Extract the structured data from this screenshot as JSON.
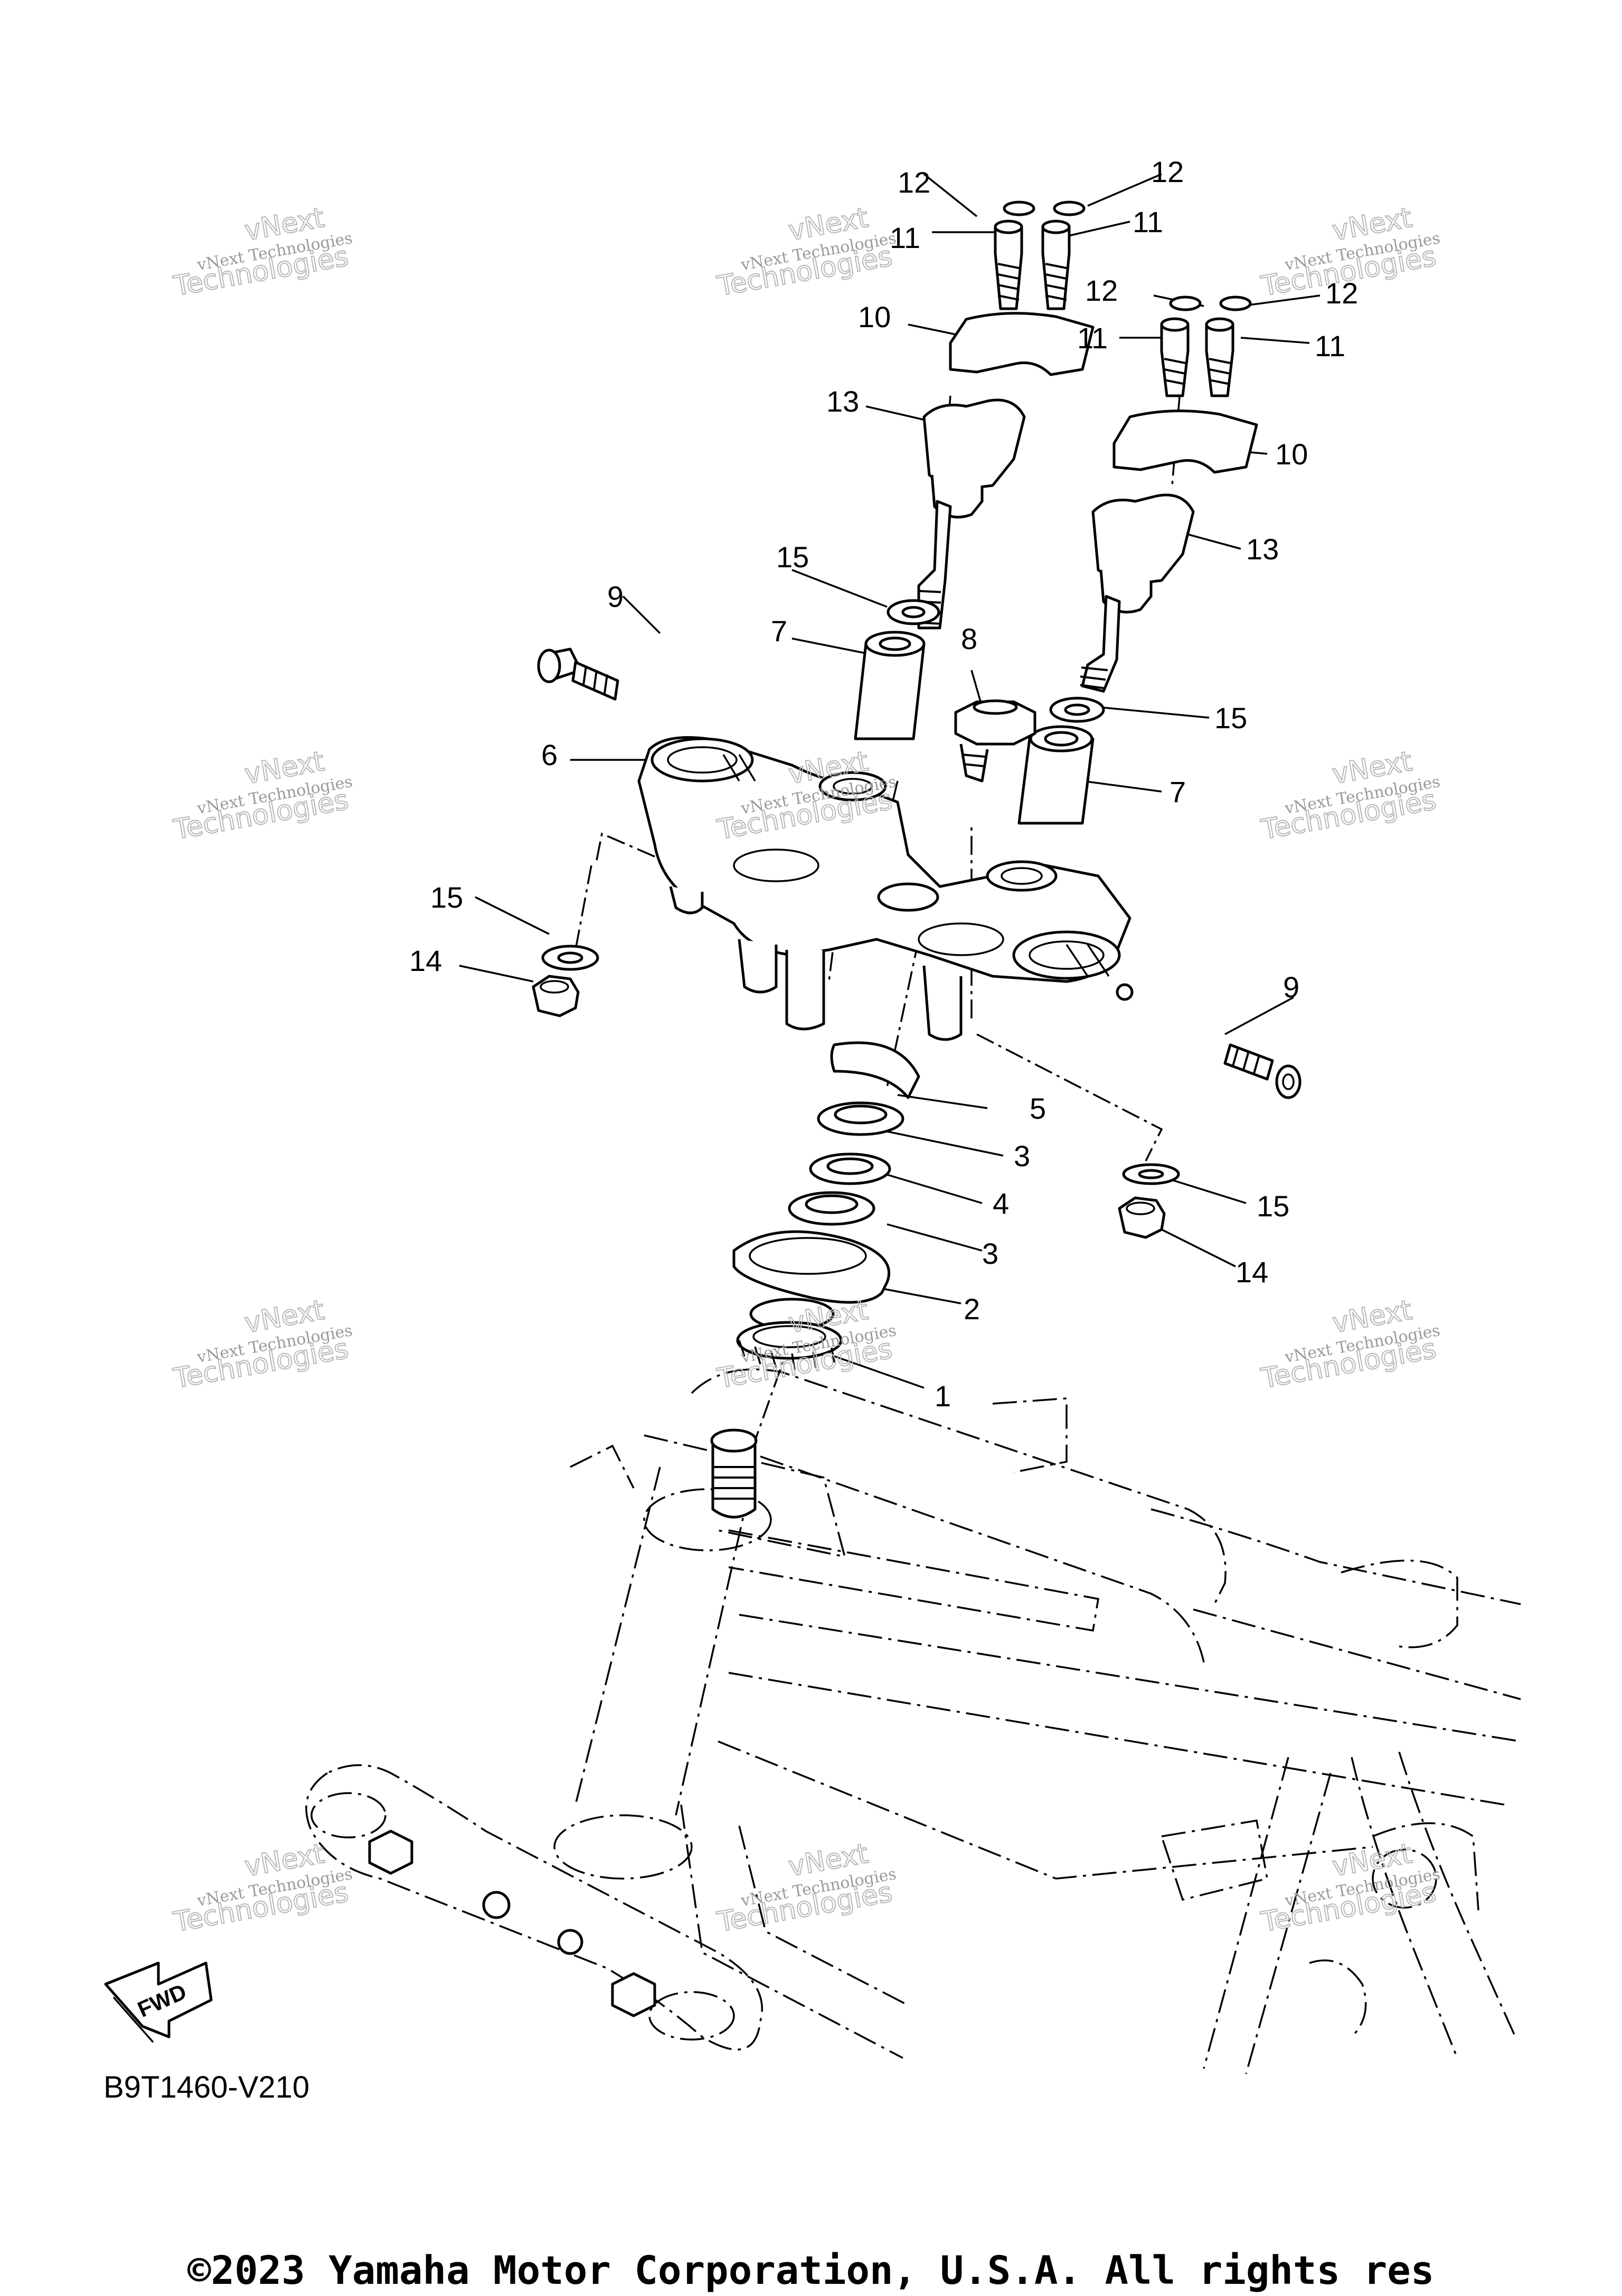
{
  "diagram": {
    "part_numbers": [
      "1",
      "2",
      "3",
      "4",
      "5",
      "6",
      "7",
      "8",
      "9",
      "10",
      "11",
      "12",
      "13",
      "14",
      "15"
    ],
    "diagram_code": "B9T1460-V210",
    "copyright": "©2023 Yamaha Motor Corporation, U.S.A. All rights res",
    "fwd_label": "FWD",
    "watermark": {
      "line1": "vNext Technologies",
      "big_a": "vNext",
      "big_b": "Technologies"
    }
  }
}
